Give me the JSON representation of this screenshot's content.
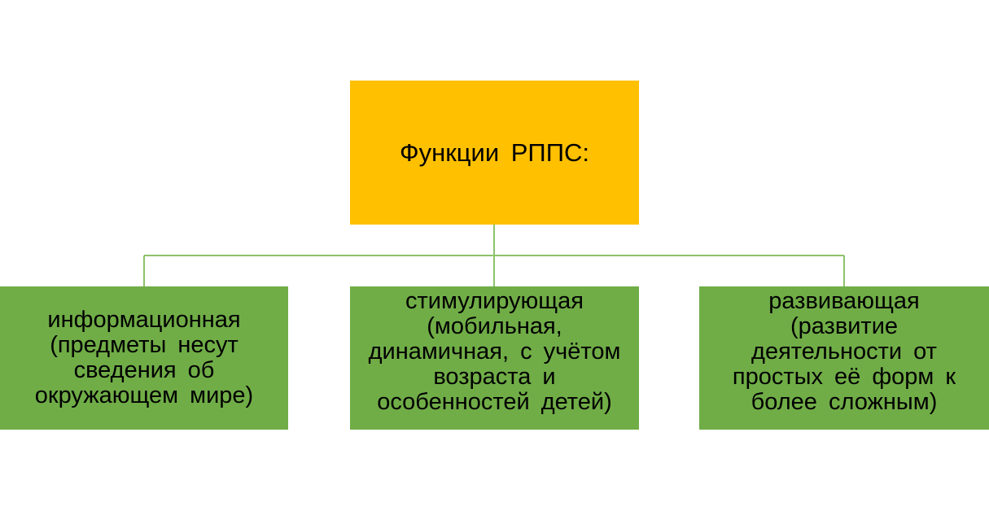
{
  "colors": {
    "root_fill": "#FFC000",
    "child_fill": "#70AD47",
    "connector": "#8DC26A"
  },
  "diagram": {
    "root": {
      "label": "Функции РППС:"
    },
    "children": [
      {
        "label": "информационная\n(предметы несут\nсведения об\nокружающем мире)"
      },
      {
        "label": "стимулирующая\n(мобильная,\nдинамичная, с учётом\nвозраста и\nособенностей детей)"
      },
      {
        "label": "развивающая\n(развитие\nдеятельности от\nпростых её форм к\nболее сложным)"
      }
    ]
  }
}
